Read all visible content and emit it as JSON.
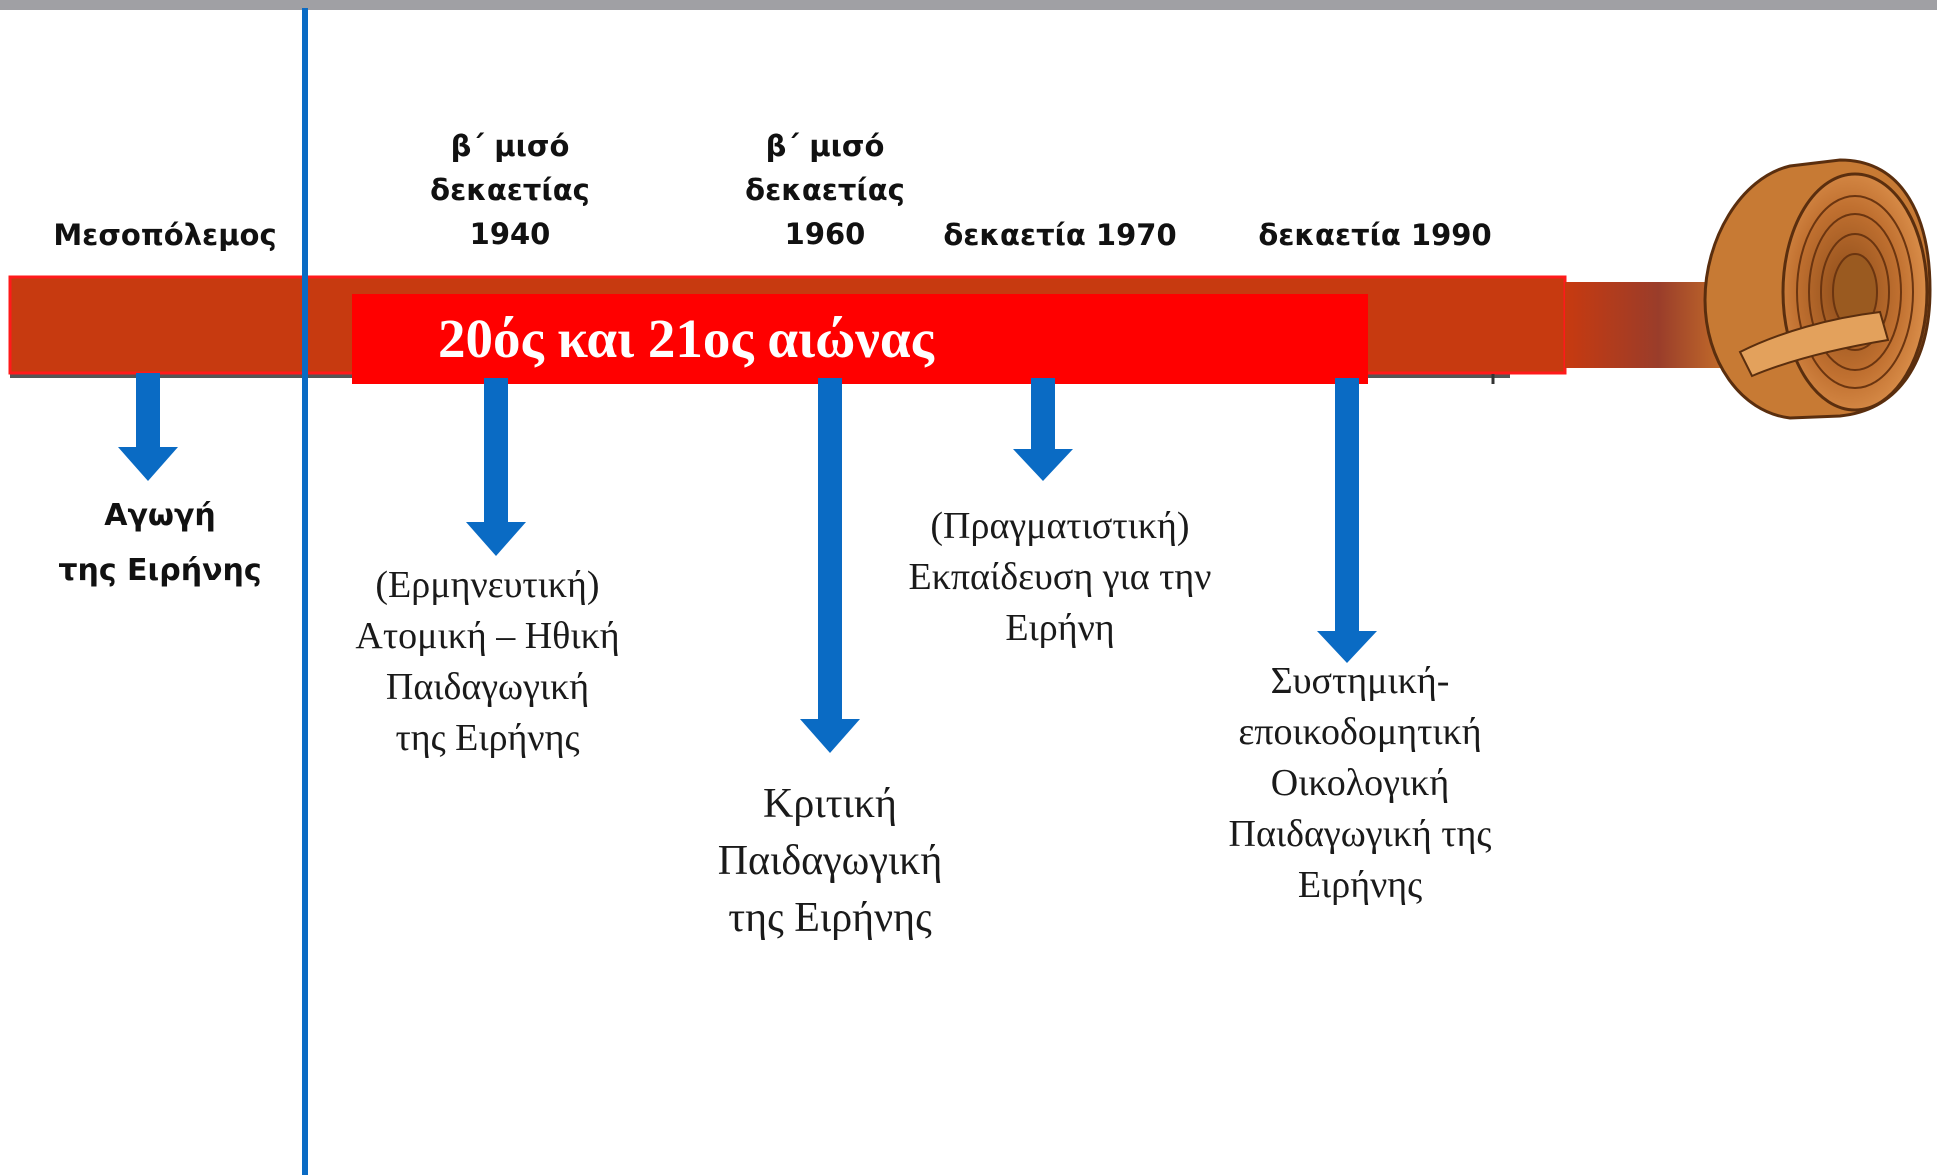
{
  "timeline": {
    "banner": "20ός και 21ος αιώνας",
    "periods": [
      "Μεσοπόλεμος",
      "β΄ μισό\nδεκαετίας\n1940",
      "β΄ μισό\nδεκαετίας\n1960",
      "δεκαετία 1970",
      "δεκαετία 1990"
    ],
    "outcomes": [
      "Αγωγή\nτης Ειρήνης",
      "(Ερμηνευτική)\nΑτομική – Ηθική\nΠαιδαγωγική\nτης Ειρήνης",
      "Κριτική\nΠαιδαγωγική\nτης Ειρήνης",
      "(Πραγματιστική)\nΕκπαίδευση για την\nΕιρήνη",
      "Συστημική-\nεποικοδομητική\nΟικολογική\nΠαιδαγωγική της\nΕιρήνης"
    ]
  },
  "colors": {
    "ribbon": "#c73a10",
    "banner": "#ff0000",
    "arrow": "#0a6bc4",
    "divider": "#0a6bc4",
    "top_rule": "#a0a0a4",
    "scroll": "#b8651f"
  }
}
